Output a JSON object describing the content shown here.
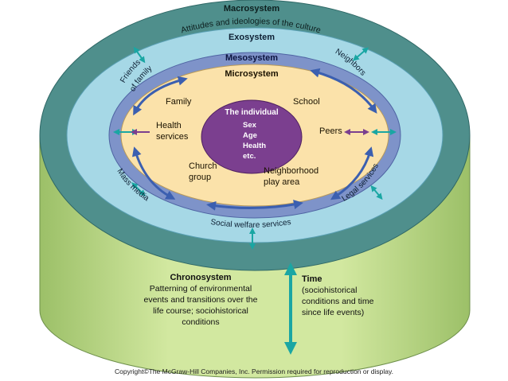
{
  "macrosystem": {
    "title": "Macrosystem",
    "description": "Attitudes and ideologies of the culture"
  },
  "exosystem": {
    "title": "Exosystem",
    "items": {
      "friends_line1": "Friends",
      "friends_line2": "of family",
      "neighbors": "Neighbors",
      "mass_media": "Mass media",
      "legal_services": "Legal services",
      "social_welfare": "Social welfare services"
    }
  },
  "mesosystem": {
    "title": "Mesosystem"
  },
  "microsystem": {
    "title": "Microsystem",
    "items": {
      "family": "Family",
      "school": "School",
      "health_line1": "Health",
      "health_line2": "services",
      "peers": "Peers",
      "church_line1": "Church",
      "church_line2": "group",
      "neighborhood_line1": "Neighborhood",
      "neighborhood_line2": "play area"
    }
  },
  "individual": {
    "title": "The individual",
    "traits": [
      "Sex",
      "Age",
      "Health",
      "etc."
    ]
  },
  "chronosystem": {
    "title": "Chronosystem",
    "description_lines": [
      "Patterning of environmental",
      "events and transitions over the",
      "life course; sociohistorical",
      "conditions"
    ]
  },
  "time": {
    "title": "Time",
    "description_lines": [
      "(sociohistorical",
      "conditions and time",
      "since life events)"
    ]
  },
  "copyright": "Copyright©The McGraw-Hill Companies, Inc.  Permission required for reproduction or display.",
  "colors": {
    "macro": "#4f8f8c",
    "exo": "#a6d8e6",
    "meso": "#7e93c9",
    "micro": "#fbe2aa",
    "individual": "#7b3f8f",
    "cylinder": "#c4dd8c",
    "arrow_blue": "#3b5fb0",
    "arrow_teal": "#1aa6a3"
  }
}
